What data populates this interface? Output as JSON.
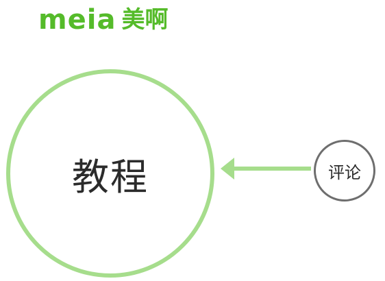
{
  "brand": {
    "logo_latin": "meia",
    "logo_cjk": "美啊"
  },
  "main_node": {
    "label": "教程"
  },
  "side_node": {
    "label": "评论"
  },
  "colors": {
    "brand_green": "#55bb2a",
    "ring_green": "#a6dd8c",
    "arrow_green": "#a6dd8c",
    "side_ring_gray": "#6e6e6e",
    "text_dark": "#2b2b2b"
  },
  "icons": {
    "connector": "arrow-left-icon"
  }
}
